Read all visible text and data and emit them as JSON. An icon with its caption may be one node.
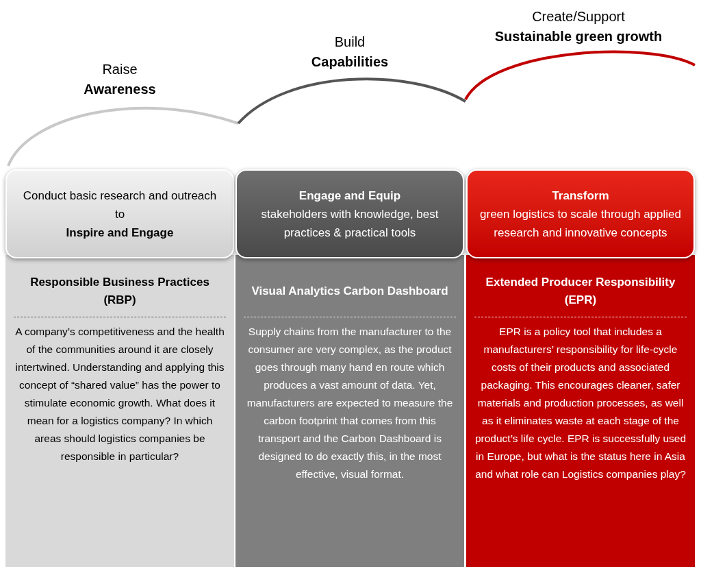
{
  "diagram": {
    "nodes": [
      {
        "text": [
          "Conduct basic research and outreach to",
          "Inspire and Engage"
        ]
      },
      {
        "text": [
          "Engage and Equip",
          "stakeholders with knowledge, best practices & practical tools"
        ]
      },
      {
        "text": [
          "Transform",
          "green logistics to scale through applied research and innovative concepts"
        ]
      },
      {
        "text": [
          "Responsible Business Practices (RBP)",
          "A company’s competitiveness and the health of the communities around it are closely intertwined. Understanding and applying this concept of “shared value” has the power to stimulate economic growth. What does it mean for a logistics company? In which areas should logistics companies be responsible in particular?"
        ]
      },
      {
        "text": [
          "Visual Analytics Carbon Dashboard",
          "Supply chains from the manufacturer to the consumer are very complex, as the product goes through many hand en route which produces a vast amount of data. Yet, manufacturers are expected to measure the carbon footprint that comes from this transport and the Carbon Dashboard is designed to do exactly this, in the most effective, visual format."
        ]
      },
      {
        "text": [
          "Extended Producer Responsibility (EPR)",
          "EPR is a policy tool that includes a manufacturers’ responsibility for life-cycle costs of their products and associated packaging. This encourages cleaner, safer materials and production processes, as well as it eliminates waste at each stage of the product’s life cycle. EPR is successfully used in Europe, but what is the status here in Asia and what role can Logistics companies play?"
        ]
      }
    ],
    "labels": [
      "Raise",
      "Awareness",
      "Build",
      "Capabilities",
      "Create/Support",
      "Sustainable green growth"
    ]
  }
}
